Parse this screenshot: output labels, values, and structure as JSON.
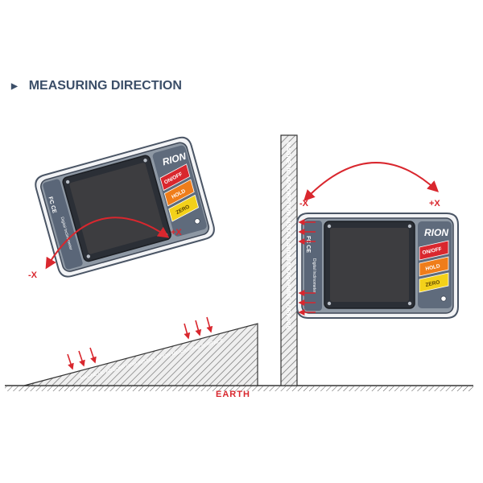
{
  "heading": {
    "bullet": "▶",
    "text": "MEASURING DIRECTION"
  },
  "labels": {
    "minus_x": "-X",
    "plus_x": "+X",
    "earth": "EARTH",
    "surface": "MAGNETIC ADSORPTION INSTALLATION MEASURING SURFACE"
  },
  "device": {
    "brand": "RION",
    "buttons": [
      "ON/OFF",
      "HOLD",
      "ZERO"
    ],
    "side_text": "Digital Inclinometer",
    "cert_marks": "FC CE"
  },
  "colors": {
    "heading": "#3b4e68",
    "arrow": "#d9272e",
    "device_outline": "#4a5565",
    "device_body": "#8e98a4",
    "screen": "#3d3d40",
    "btn_on_off": "#d9272e",
    "btn_hold": "#ef7d1a",
    "btn_zero": "#f3d11a"
  }
}
